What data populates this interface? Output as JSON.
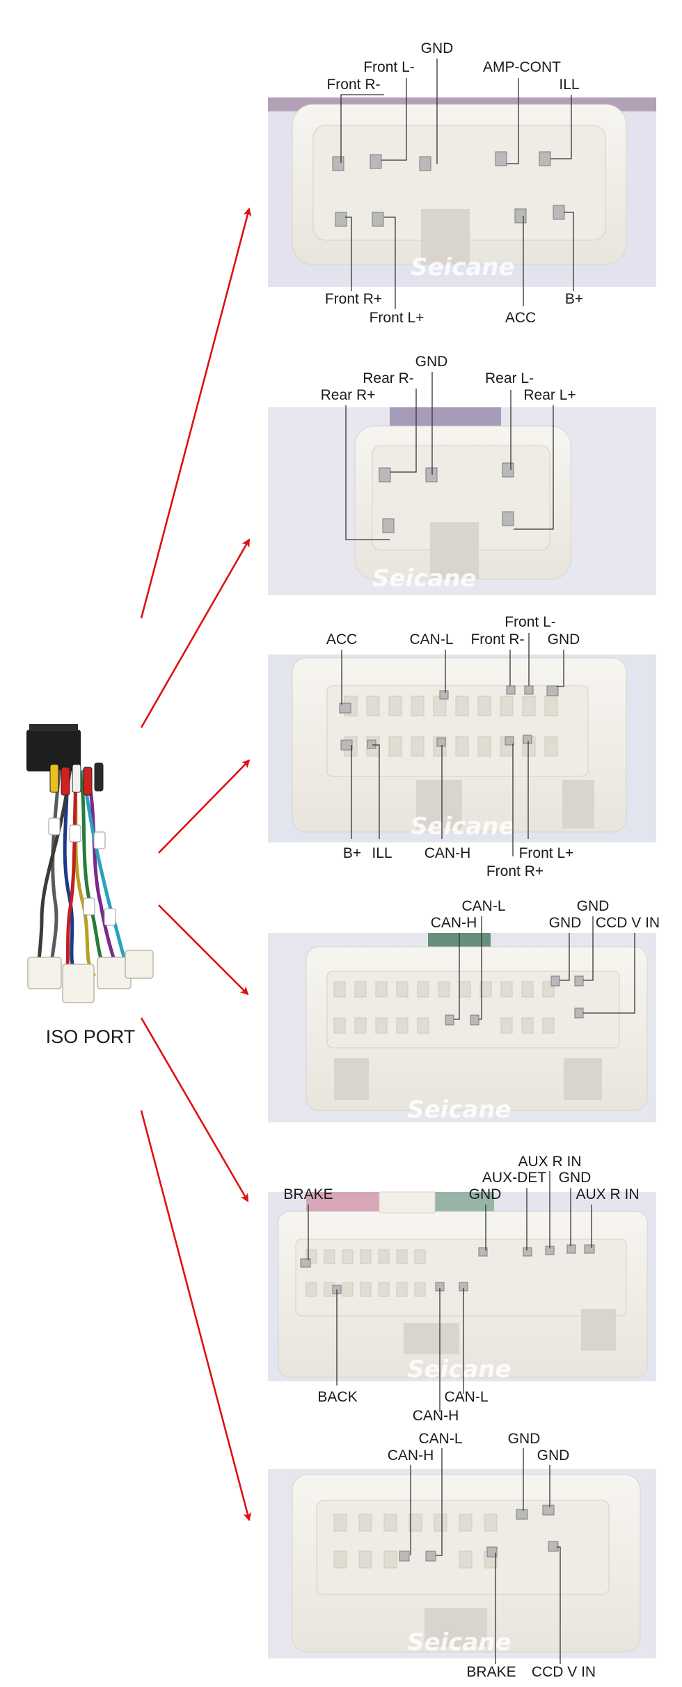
{
  "iso_port_label": "ISO PORT",
  "watermark": "Seicane",
  "colors": {
    "arrow": "#e01010",
    "connector_body": "#f3f1ec",
    "background_panel": "#e3e4ee",
    "pin": "#b9b9b9",
    "label_text": "#1a1a1a"
  },
  "connectors": [
    {
      "name": "connector-1",
      "pins": [
        {
          "label": "GND"
        },
        {
          "label": "Front L-"
        },
        {
          "label": "AMP-CONT"
        },
        {
          "label": "Front R-"
        },
        {
          "label": "ILL"
        },
        {
          "label": "Front R+"
        },
        {
          "label": "B+"
        },
        {
          "label": "Front L+"
        },
        {
          "label": "ACC"
        }
      ]
    },
    {
      "name": "connector-2",
      "pins": [
        {
          "label": "GND"
        },
        {
          "label": "Rear R-"
        },
        {
          "label": "Rear L-"
        },
        {
          "label": "Rear R+"
        },
        {
          "label": "Rear L+"
        }
      ]
    },
    {
      "name": "connector-3",
      "pins": [
        {
          "label": "Front L-"
        },
        {
          "label": "ACC"
        },
        {
          "label": "CAN-L"
        },
        {
          "label": "Front R-"
        },
        {
          "label": "GND"
        },
        {
          "label": "B+"
        },
        {
          "label": "ILL"
        },
        {
          "label": "CAN-H"
        },
        {
          "label": "Front L+"
        },
        {
          "label": "Front R+"
        }
      ]
    },
    {
      "name": "connector-4",
      "pins": [
        {
          "label": "CAN-L"
        },
        {
          "label": "GND"
        },
        {
          "label": "CAN-H"
        },
        {
          "label": "GND"
        },
        {
          "label": "CCD V IN"
        }
      ]
    },
    {
      "name": "connector-5",
      "pins": [
        {
          "label": "AUX R IN"
        },
        {
          "label": "AUX-DET"
        },
        {
          "label": "GND"
        },
        {
          "label": "BRAKE"
        },
        {
          "label": "GND"
        },
        {
          "label": "AUX R IN"
        },
        {
          "label": "BACK"
        },
        {
          "label": "CAN-L"
        },
        {
          "label": "CAN-H"
        }
      ]
    },
    {
      "name": "connector-6",
      "pins": [
        {
          "label": "CAN-L"
        },
        {
          "label": "GND"
        },
        {
          "label": "CAN-H"
        },
        {
          "label": "GND"
        },
        {
          "label": "BRAKE"
        },
        {
          "label": "CCD V IN"
        }
      ]
    }
  ]
}
